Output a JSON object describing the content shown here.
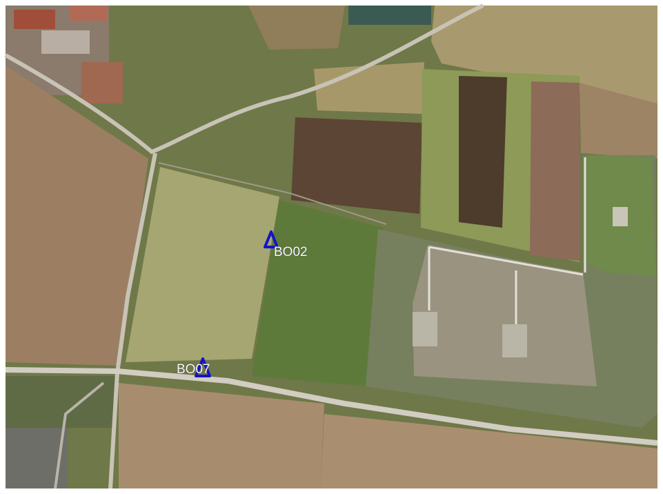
{
  "map": {
    "type": "satellite",
    "markers": [
      {
        "id": "BO02",
        "label": "BO02",
        "symbol": "triangle-icon",
        "color": "#1414c8"
      },
      {
        "id": "BO07",
        "label": "BO07",
        "symbol": "triangle-icon",
        "color": "#1414c8"
      }
    ]
  }
}
